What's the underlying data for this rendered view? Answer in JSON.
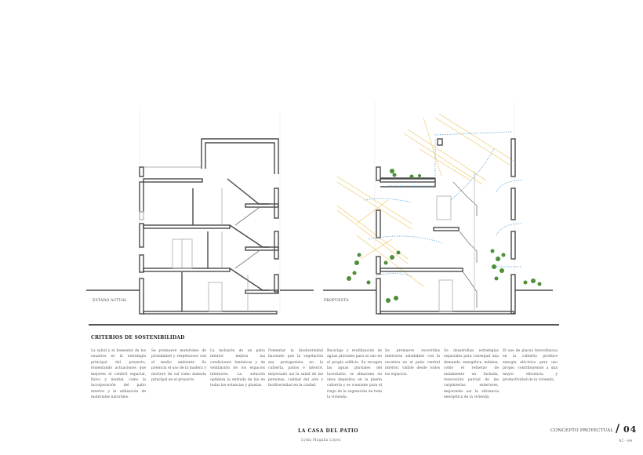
{
  "document": {
    "title": "LA CASA DEL PATIO",
    "author": "Lydia Magaña López",
    "sheet": {
      "label": "CONCEPTO PROYECTUAL",
      "separator": "/",
      "number": "04",
      "scale": "A2 - s/e"
    }
  },
  "drawings": {
    "existing": {
      "caption": "ESTADO ACTUAL"
    },
    "proposal": {
      "caption": "PROPUESTA"
    },
    "colors": {
      "walls": "#4a4a4a",
      "light_lines": "#9a9a9a",
      "sun_rays": "#f3d58a",
      "air_flow": "#6fb3e0",
      "vegetation": "#4f8f3a"
    }
  },
  "criteria": {
    "heading": "CRITERIOS DE SOSTENIBILIDAD",
    "columns": [
      {
        "text": "La salud y el bienestar de los usuarios es la estrategia principal del proyecto, fomentando actuaciones que mejoren el confort espacial, físico y mental, como la incorporación del patio interior y la utilización de materiales naturales."
      },
      {
        "text": "Se promueve materiales de proximidad y respetuosos con el medio ambiente. Se potencia el uso de la madera y mortero de cal como materia principal en el proyecto."
      },
      {
        "text": "La inclusión de un patio interior mejora las condiciones lumínicas y de ventilación de los espacios interiores. La solución optimiza la entrada de luz en todas las estancias y plantas."
      },
      {
        "text": "Fomentar la biodiversidad haciendo que la vegetación sea protagonista en la cubierta, patios e interior, mejorando así la salud de las personas, calidad del aire y biodiversidad en la ciudad."
      },
      {
        "text": "Reciclaje y reutilización de aguas pluviales para su uso en el propio edificio. Se recogen las aguas pluviales del lucernario, se almacena en unos depósitos en la planta cubierta y se consume para el riego de la vegetación de toda la vivienda."
      },
      {
        "text": "Se promueve recorridos interiores saludables con la escalera en el patio central interior, visible desde todos los espacios."
      },
      {
        "text": "Se desarrollan estrategias espaciales para conseguir una demanda energética mínima, como el refuerzo de aislamiento en fachada, renovación parcial de las carpinterías exteriores, mejorando así la eficiencia energética de la vivienda."
      },
      {
        "text": "El uso de placas fotovoltaicas en la cubierta produce energía eléctrica para uso propio, contribuyendo a una mayor eficiencia y productividad de la vivienda."
      }
    ]
  }
}
